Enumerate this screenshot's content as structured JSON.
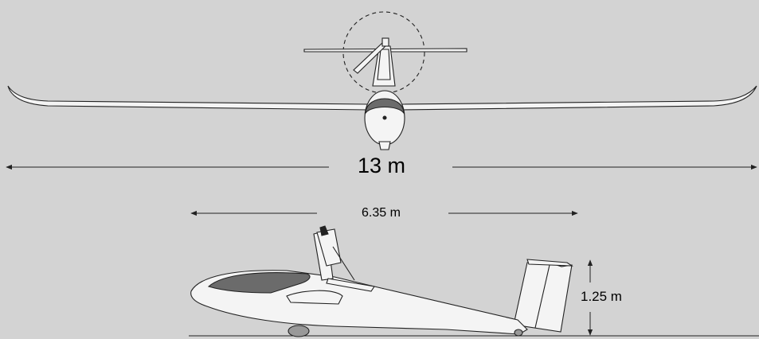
{
  "dimensions": {
    "wingspan": "13 m",
    "length": "6.35 m",
    "height": "1.25 m"
  },
  "colors": {
    "background": "#d3d3d3",
    "airframe_fill": "#f4f4f4",
    "canopy_fill": "#6b6b6b",
    "line": "#222222"
  }
}
